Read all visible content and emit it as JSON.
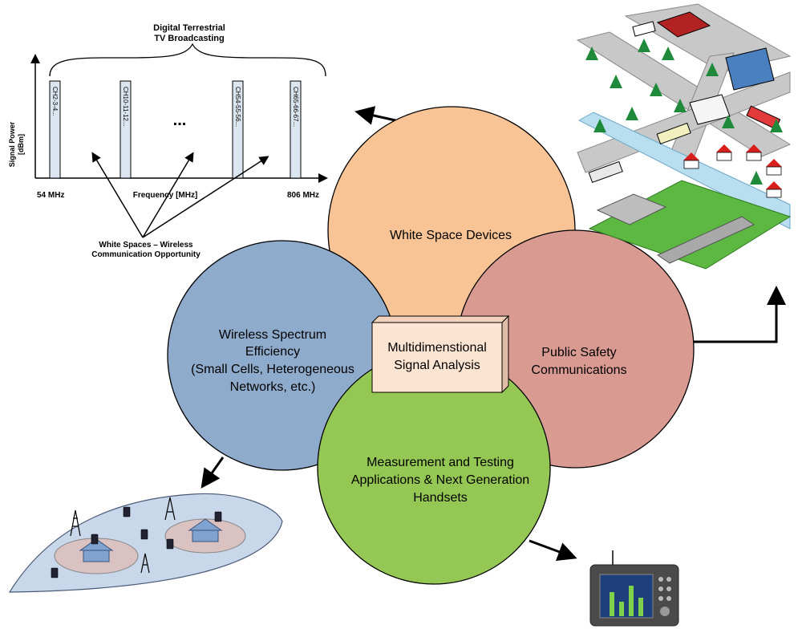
{
  "spectrum": {
    "broadcast_title": [
      "Digital Terrestrial",
      "TV Broadcasting"
    ],
    "y_axis_label": [
      "Signal Power",
      "[dBm]"
    ],
    "x_axis_label": "Frequency [MHz]",
    "freq_start": "54 MHz",
    "freq_end": "806 MHz",
    "ellipsis": "...",
    "channels": [
      "CH2-3-4...",
      "CH10-11-12...",
      "CH54-55-56...",
      "CH65-66-67..."
    ],
    "white_space_caption": [
      "White Spaces – Wireless",
      "Communication Opportunity"
    ]
  },
  "circles": {
    "white_space_devices": [
      "White Space Devices"
    ],
    "wireless_efficiency": [
      "Wireless Spectrum",
      "Efficiency",
      "(Small Cells, Heterogeneous",
      "Networks, etc.)"
    ],
    "public_safety": [
      "Public Safety",
      "Communications"
    ],
    "measurement": [
      "Measurement and Testing",
      "Applications & Next Generation",
      "Handsets"
    ],
    "center_box": [
      "Multidimenstional",
      "Signal Analysis"
    ]
  },
  "colors": {
    "white_space_devices": "#f8c495",
    "wireless_efficiency": "#8fabcc",
    "public_safety": "#d99a92",
    "measurement": "#94c754",
    "center_box": "#fbe4d2",
    "channel_bar": "#dce6f1",
    "small_cell_area": "#c8d7ea",
    "road": "#c8c8c8",
    "river": "#b9def0",
    "grass": "#5cb840"
  },
  "icons": {
    "city": "city-illustration-icon",
    "small_cells": "small-cell-network-icon",
    "analyzer": "spectrum-analyzer-device-icon"
  }
}
